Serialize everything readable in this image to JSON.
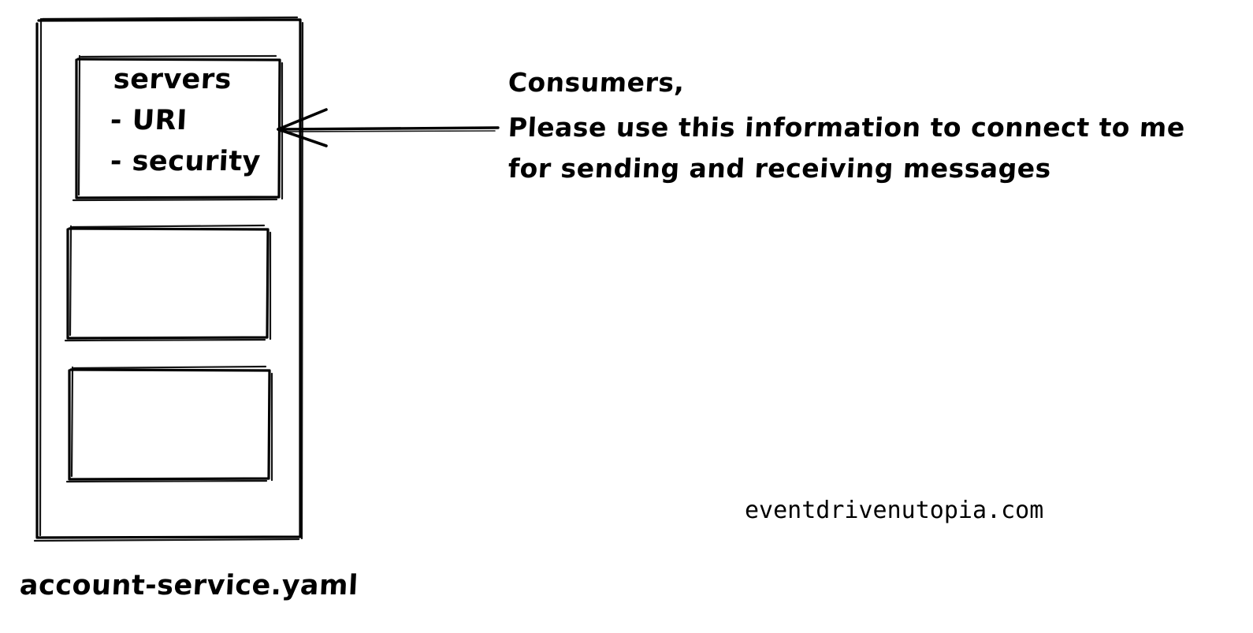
{
  "meta": {
    "style": "hand-drawn whiteboard sketch",
    "background_color": "#ffffff",
    "stroke_color": "#000000"
  },
  "diagram": {
    "file_caption": "account-service.yaml",
    "outer_container": {
      "name": "document-outline",
      "label": ""
    },
    "sections": [
      {
        "name": "servers-section",
        "title": "servers",
        "items": [
          "- URI",
          "- security"
        ]
      },
      {
        "name": "empty-section-1",
        "title": "",
        "items": []
      },
      {
        "name": "empty-section-2",
        "title": "",
        "items": []
      }
    ],
    "annotation": {
      "name": "consumers-note",
      "lines": [
        "Consumers,",
        "Please use this information to connect to me",
        "for sending and receiving messages"
      ],
      "arrow": {
        "direction": "points-left",
        "from": "annotation-text",
        "to": "servers-section"
      }
    }
  },
  "footer": {
    "site_credit": "eventdrivenutopia.com"
  }
}
